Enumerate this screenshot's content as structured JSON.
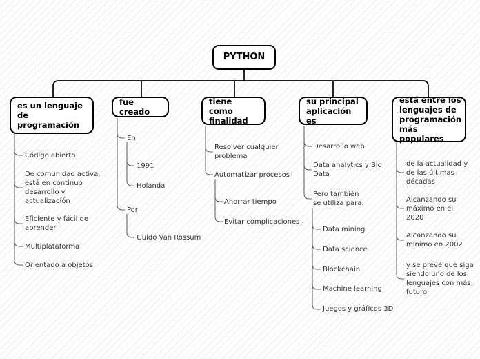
{
  "root": {
    "label": "PYTHON"
  },
  "branches": [
    {
      "label": "es un lenguaje\nde\nprogramación",
      "items": [
        {
          "text": "Código abierto"
        },
        {
          "text": "De comunidad activa,\nestá en continuo\ndesarrollo y\nactualización"
        },
        {
          "text": "Eficiente y fácil de\naprender"
        },
        {
          "text": "Multiplataforma"
        },
        {
          "text": "Orientado a objetos"
        }
      ]
    },
    {
      "label": "fue creado",
      "items": [
        {
          "text": "En",
          "children": [
            "1991",
            "Holanda"
          ]
        },
        {
          "text": "Por",
          "children": [
            "Guido Van Rossum"
          ]
        }
      ]
    },
    {
      "label": "tiene como\nfinalidad",
      "items": [
        {
          "text": "Resolver cualquier\nproblema"
        },
        {
          "text": "Automatizar procesos",
          "children": [
            "Ahorrar tiempo",
            "Evitar complicaciones"
          ]
        }
      ]
    },
    {
      "label": "su principal\naplicación es",
      "items": [
        {
          "text": "Desarrollo web"
        },
        {
          "text": "Data analytics y Big\nData"
        },
        {
          "text": "Pero también\nse utiliza para:",
          "children": [
            "Data mining",
            "Data science",
            "Blockchain",
            "Machine learning",
            "Juegos y gráficos 3D"
          ]
        }
      ]
    },
    {
      "label": "está entre los\nlenguajes de\nprogramación\nmás populares",
      "items": [
        {
          "text": "de la actualidad y\nde las últimas\ndécadas"
        },
        {
          "text": "Alcanzando su\nmáximo en el\n2020"
        },
        {
          "text": "Alcanzando su\nmínimo en 2002"
        },
        {
          "text": "y se prevé que siga\nsiendo uno de los\nlenguajes con más\nfuturo"
        }
      ]
    }
  ],
  "colors": {
    "background": "#ffffff",
    "hatch_line": "#e4e4e4",
    "node_border": "#000000",
    "node_fill": "#ffffff",
    "tree_connector": "#000000",
    "branch_connector": "#666666",
    "item_text": "#333333"
  }
}
